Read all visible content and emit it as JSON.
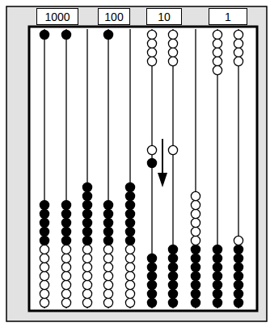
{
  "diagram": {
    "nodes": [
      {
        "text": [
          "1000"
        ]
      },
      {
        "text": [
          "100"
        ]
      },
      {
        "text": [
          "10"
        ]
      },
      {
        "text": [
          "1"
        ]
      }
    ]
  }
}
